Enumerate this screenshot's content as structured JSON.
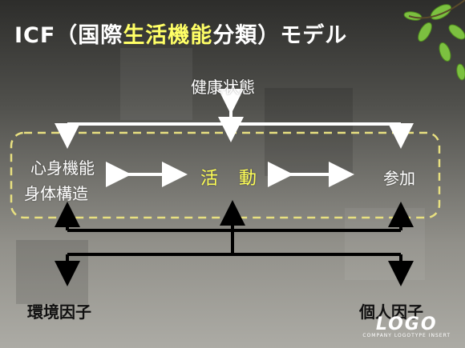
{
  "title": {
    "prefix": "ICF（国際",
    "highlight": "生活機能",
    "suffix": "分類）モデル"
  },
  "nodes": {
    "health": "健康状態",
    "body_function_line1": "心身機能",
    "body_function_line2": "身体構造",
    "activity": "活動",
    "participation": "参加",
    "environmental": "環境因子",
    "personal": "個人因子"
  },
  "logo": {
    "mark": "LOGO",
    "tagline": "COMPANY LOGOTYPE INSERT"
  },
  "colors": {
    "highlight": "#ffff66",
    "dashed_frame": "#e8e080",
    "white_arrows": "#ffffff",
    "black_arrows": "#000000"
  }
}
